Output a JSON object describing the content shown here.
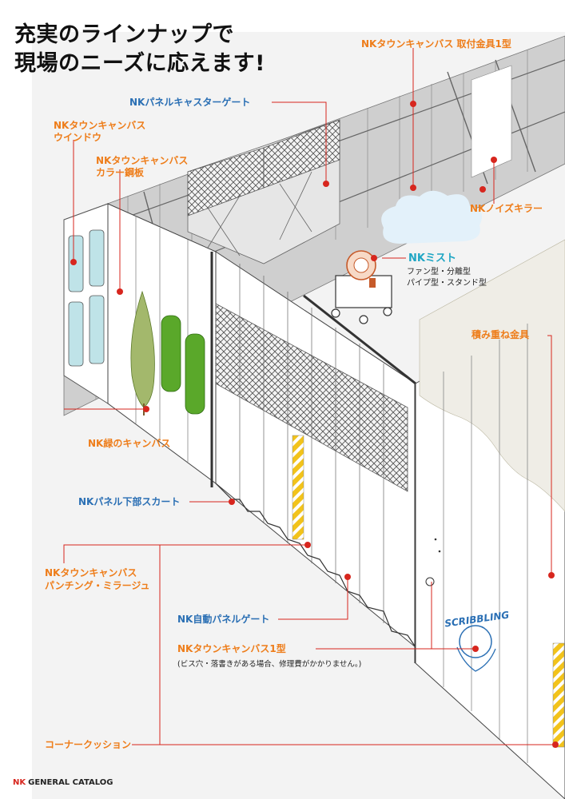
{
  "headline": {
    "line1": "充実のラインナップで",
    "line2": "現場のニーズに応えます!"
  },
  "labels": {
    "mounting_bracket": "NKタウンキャンバス 取付金具1型",
    "caster_gate": "NKパネルキャスターゲート",
    "window_l1": "NKタウンキャンバス",
    "window_l2": "ウインドウ",
    "color_l1": "NKタウンキャンバス",
    "color_l2": "カラー鋼板",
    "noise_killer": "NKノイズキラー",
    "mist": "NKミスト",
    "mist_sub1": "ファン型・分離型",
    "mist_sub2": "パイプ型・スタンド型",
    "stacking": "積み重ね金具",
    "green_canvas": "NK緑のキャンバス",
    "skirt": "NKパネル下部スカート",
    "punching_l1": "NKタウンキャンバス",
    "punching_l2": "パンチング・ミラージュ",
    "auto_gate": "NK自動パネルゲート",
    "type1": "NKタウンキャンバス1型",
    "type1_note": "(ビス穴・落書きがある場合、修理費がかかりません。)",
    "corner": "コーナークッション"
  },
  "graffiti": "SCRIBBLING",
  "footer": {
    "logo": "NK",
    "text": "GENERAL CATALOG"
  },
  "colors": {
    "orange": "#ee7d1a",
    "blue": "#2a6fb4",
    "teal": "#1fa6c4",
    "leader": "#d7261e",
    "panel_gray": "#c9c9c9",
    "wall_cream": "#efede6",
    "glass": "#bfe3e8",
    "green": "#5aa82a",
    "caution_yellow": "#f2c31b"
  }
}
